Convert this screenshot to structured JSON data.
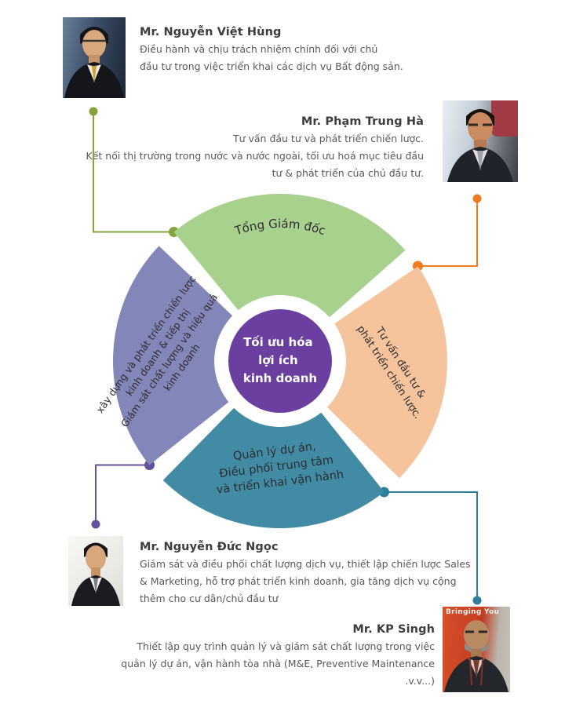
{
  "people": [
    {
      "name": "Mr. Nguyễn Việt Hùng",
      "desc_lines": [
        "Điều hành và chịu trách nhiệm chính đối với chủ",
        "đầu tư trong việc triển khai các dịch vụ Bất động sản."
      ]
    },
    {
      "name": "Mr. Phạm Trung Hà",
      "desc_lines": [
        "Tư vấn đầu tư và phát triển chiến lược.",
        "Kết nối thị trường trong nước và nước ngoài, tối ưu hoá mục tiêu đầu",
        "tư & phát triển của chủ đầu tư."
      ]
    },
    {
      "name": "Mr. Nguyễn Đức Ngọc",
      "desc_lines": [
        "Giám sát và điều phối chất lượng dịch vụ, thiết lập chiến lược Sales",
        "& Marketing, hỗ trợ phát triển kinh doanh, gia tăng dịch vụ cộng",
        "thêm cho cư dân/chủ đầu tư"
      ]
    },
    {
      "name": "Mr. KP Singh",
      "desc_lines": [
        "Thiết lập quy trình quản lý và giám sát chất lượng trong việc",
        "quản lý dự án, vận hành tòa nhà (M&E, Preventive Maintenance",
        ".v.v...)"
      ]
    }
  ],
  "diagram": {
    "center": {
      "color": "#6a3fa0",
      "lines": [
        "Tối ưu hóa",
        "lợi ích",
        "kinh doanh"
      ]
    },
    "petals": [
      {
        "id": "top",
        "color": "#a9d18e",
        "accent": "#85a43e",
        "label_lines": [
          "Tổng Giám đốc"
        ]
      },
      {
        "id": "right",
        "color": "#f5c49c",
        "accent": "#ec7c1f",
        "label_lines": [
          "Tư vấn đầu tư &",
          "phát triển chiến lược."
        ]
      },
      {
        "id": "bottom",
        "color": "#418ca4",
        "accent": "#2e7f99",
        "label_lines": [
          "Quản lý dự án,",
          "Điều phối trung tâm",
          "và triển khai vận hành"
        ]
      },
      {
        "id": "left",
        "color": "#8286b8",
        "accent": "#64519c",
        "label_lines": [
          "xây dựng và phát triển chiến lược",
          "kinh doanh & tiếp thị",
          "Giám sát chất lượng và hiệu quả",
          "kinh doanh"
        ]
      }
    ]
  },
  "photo4_banner": "Bringing You"
}
